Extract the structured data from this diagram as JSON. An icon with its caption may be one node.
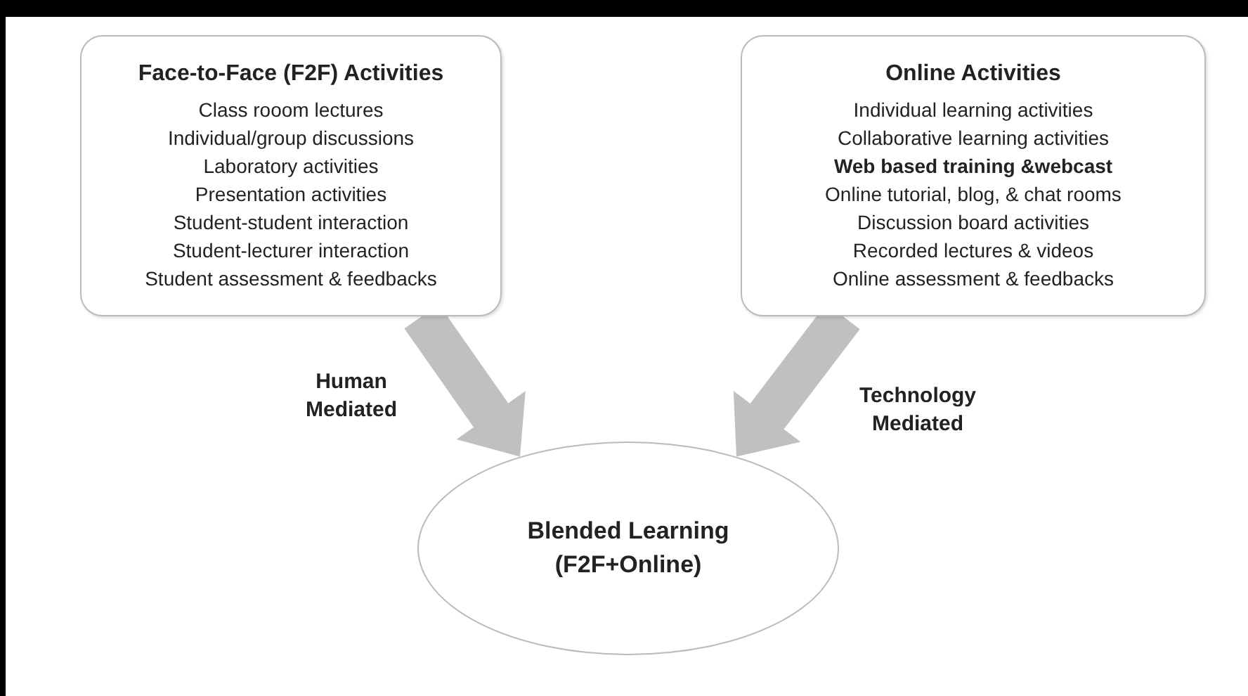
{
  "diagram": {
    "nodes": [
      {
        "text": [
          "Face-to-Face (F2F) Activities",
          "Class rooom lectures",
          "Individual/group discussions",
          "Laboratory activities",
          "Presentation activities",
          "Student-student interaction",
          "Student-lecturer interaction",
          "Student assessment & feedbacks"
        ]
      },
      {
        "text": [
          "Online Activities",
          "Individual learning activities",
          "Collaborative learning activities",
          "**Web based training &webcast**",
          "Online tutorial, blog, & chat rooms",
          "Discussion board activities",
          "Recorded lectures & videos",
          "Online assessment & feedbacks"
        ]
      },
      {
        "text": [
          "Blended Learning (F2F+Online)"
        ]
      }
    ],
    "edges": [
      {
        "from": 0,
        "to": 2,
        "arrow": "to",
        "label": "Human Mediated",
        "style": "thick",
        "color": "#c0c0c0"
      },
      {
        "from": 1,
        "to": 2,
        "arrow": "to",
        "label": "Technology Mediated",
        "style": "thick",
        "color": "#c0c0c0"
      }
    ]
  }
}
